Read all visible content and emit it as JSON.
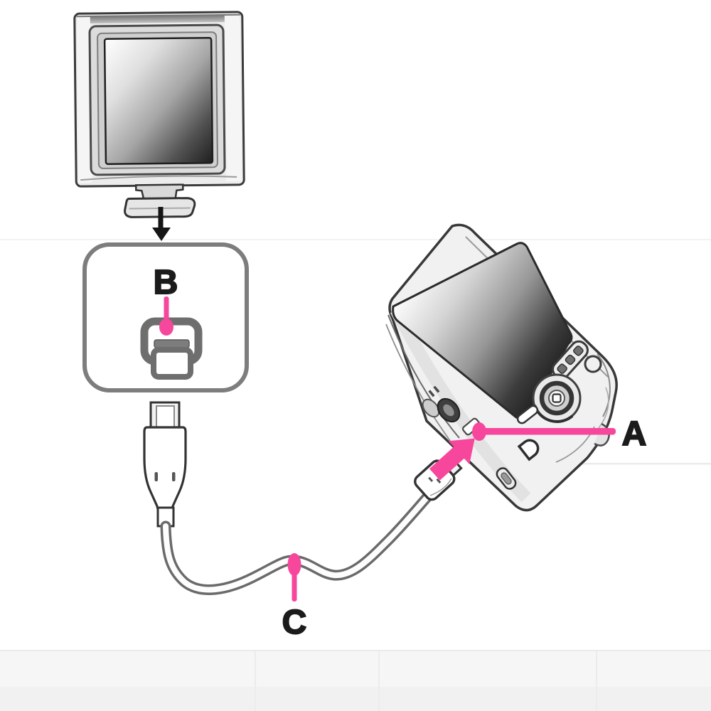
{
  "callouts": {
    "a": "A",
    "b": "B",
    "c": "C"
  },
  "colors": {
    "highlight_pink": "#F7479D",
    "line_art": "#343434",
    "body_gray": "#F1F1F1",
    "screen_dark": "#0D0D0D"
  },
  "parts": [
    "tv-monitor",
    "tv-stand",
    "down-arrow",
    "hdmi-input-panel",
    "mini-hdmi-port-icon",
    "mini-hdmi-plug",
    "hdmi-cable",
    "cable-connector-small",
    "pink-insert-arrow",
    "camera",
    "camera-screen",
    "control-dial",
    "button-strip",
    "playback-button",
    "tripod-socket",
    "battery-door",
    "port-slot"
  ]
}
